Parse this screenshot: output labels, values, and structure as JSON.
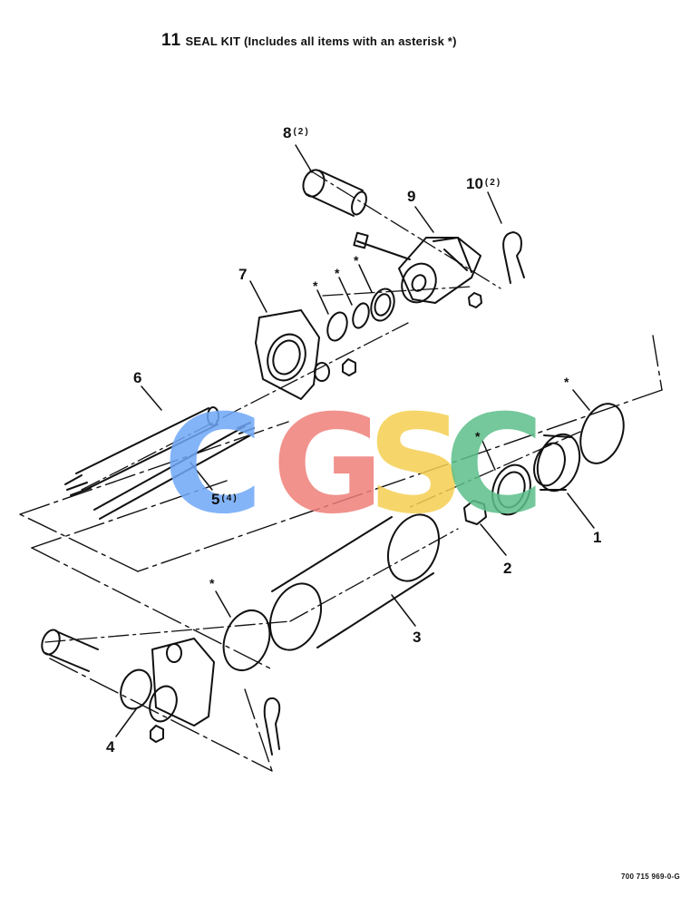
{
  "title": {
    "number": "11",
    "text": "SEAL KIT (Includes all items with an asterisk *)"
  },
  "callouts": [
    {
      "number": "8",
      "qty": "(2)"
    },
    {
      "number": "9",
      "qty": ""
    },
    {
      "number": "10",
      "qty": "(2)"
    },
    {
      "number": "7",
      "qty": ""
    },
    {
      "number": "6",
      "qty": ""
    },
    {
      "number": "5",
      "qty": "(4)"
    },
    {
      "number": "1",
      "qty": ""
    },
    {
      "number": "2",
      "qty": ""
    },
    {
      "number": "3",
      "qty": ""
    },
    {
      "number": "4",
      "qty": ""
    }
  ],
  "asterisk": "*",
  "figure_id": "700 715 969-0-G",
  "watermark": {
    "letters": [
      "C",
      "G",
      "S",
      "C"
    ],
    "colors": [
      "#6fa8f7",
      "#ef7f7a",
      "#f5cf52",
      "#5cbf8a"
    ]
  }
}
